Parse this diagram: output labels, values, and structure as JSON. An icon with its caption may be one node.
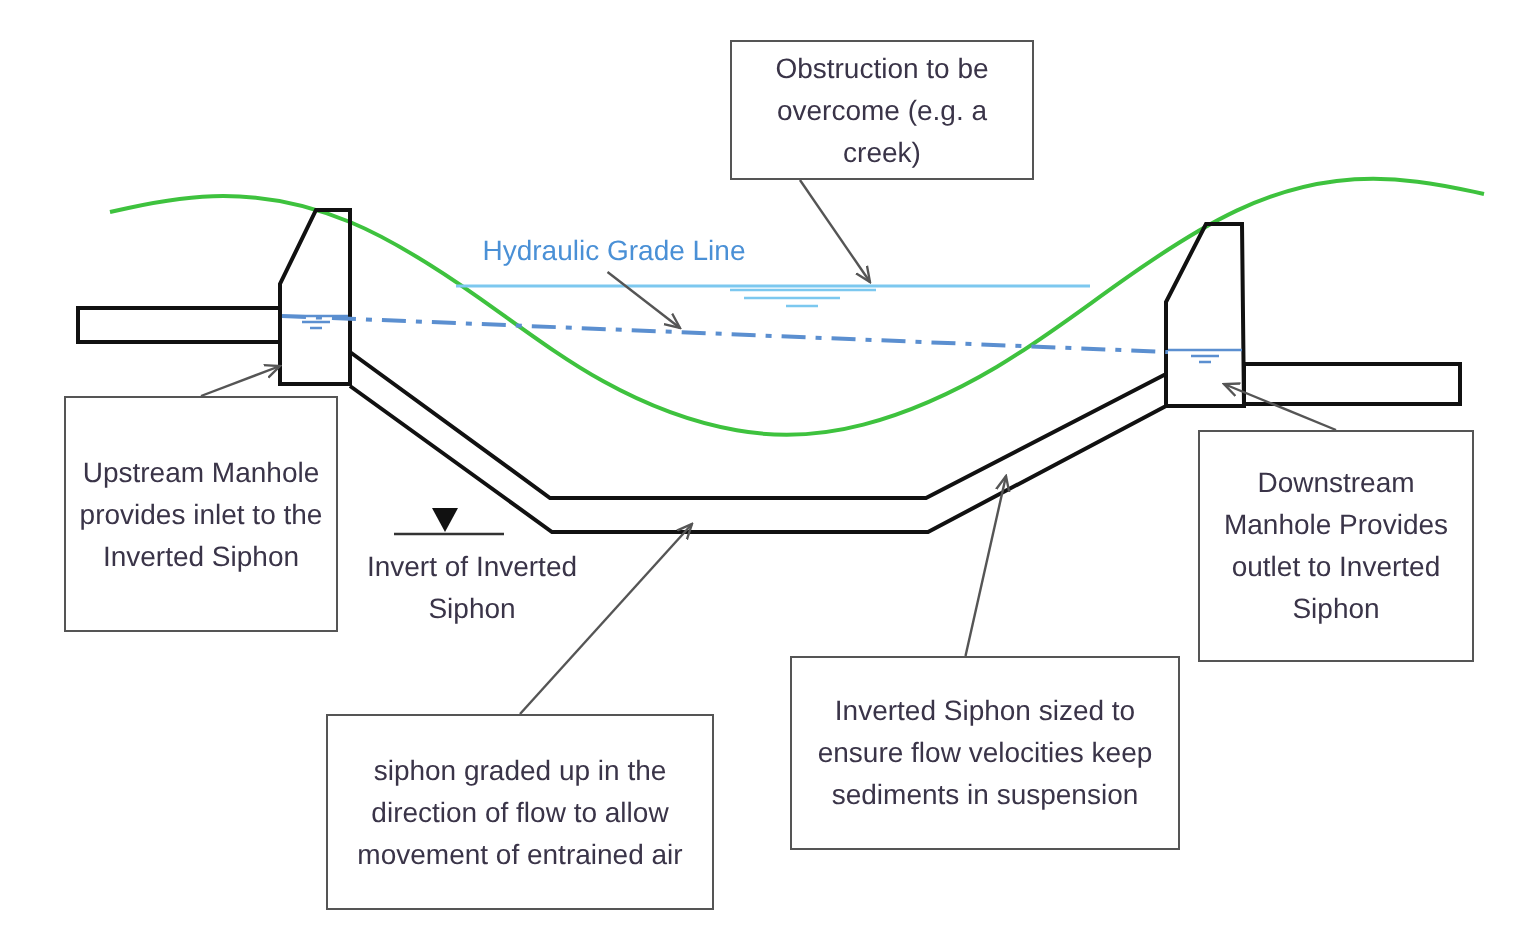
{
  "diagram": {
    "nodes": [
      {
        "text": [
          "Obstruction to be overcome (e.g. a creek)"
        ]
      },
      {
        "text": [
          "Hydraulic Grade Line"
        ]
      },
      {
        "text": [
          "Upstream Manhole provides inlet to the Inverted Siphon"
        ]
      },
      {
        "text": [
          "Downstream Manhole Provides outlet to Inverted Siphon"
        ]
      },
      {
        "text": [
          "siphon graded up in the direction of flow to allow movement of entrained air"
        ]
      },
      {
        "text": [
          "Inverted Siphon sized to ensure flow velocities keep sediments in suspension"
        ]
      },
      {
        "text": [],
        "shape": "box"
      },
      {
        "text": [],
        "shape": "pipe"
      },
      {
        "text": [],
        "shape": "box"
      },
      {
        "text": [],
        "shape": "line"
      },
      {
        "text": [],
        "shape": "line"
      }
    ],
    "edges": [
      {
        "from": 0,
        "to": 9,
        "arrow": "to"
      },
      {
        "from": 1,
        "to": 10,
        "arrow": "to"
      },
      {
        "from": 2,
        "to": 6,
        "arrow": "to"
      },
      {
        "from": 3,
        "to": 8,
        "arrow": "to"
      },
      {
        "from": 4,
        "to": 7,
        "arrow": "to"
      },
      {
        "from": 5,
        "to": 7,
        "arrow": "to"
      }
    ],
    "labels": [
      "Invert of Inverted Siphon"
    ]
  }
}
